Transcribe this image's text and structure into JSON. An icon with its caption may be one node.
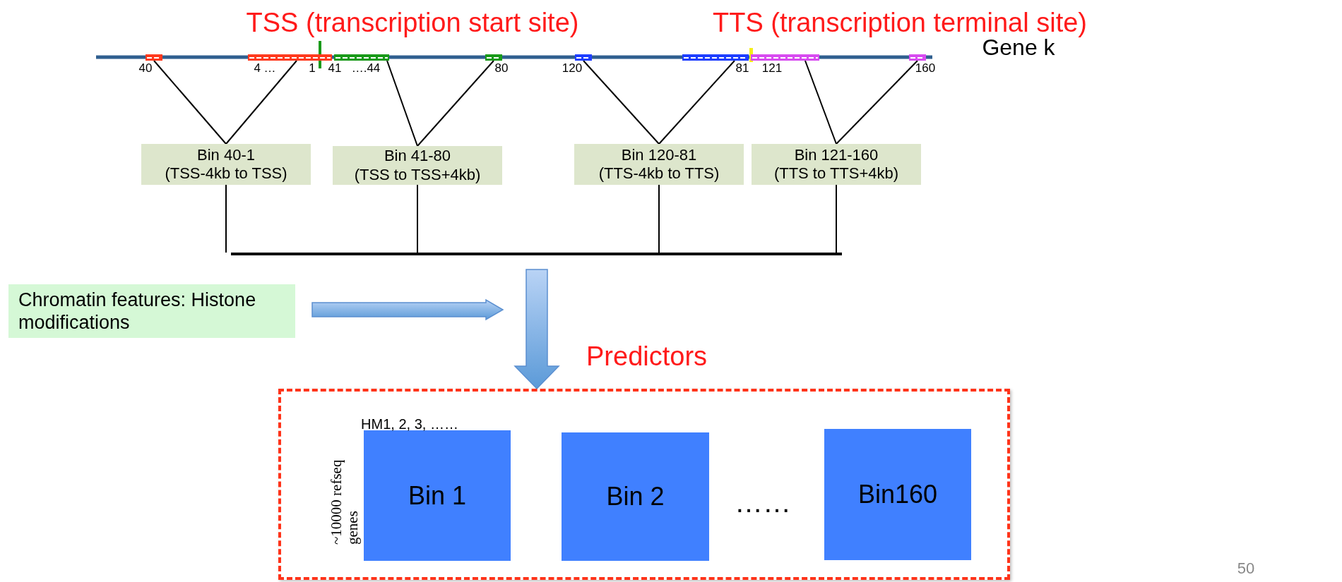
{
  "diagram": {
    "nodes": [
      {
        "text": [],
        "shape": "box"
      },
      {
        "text": [],
        "shape": "box"
      },
      {
        "text": [],
        "shape": "box"
      },
      {
        "text": [],
        "shape": "box"
      },
      {
        "text": [],
        "shape": "box"
      },
      {
        "text": [],
        "shape": "box"
      },
      {
        "text": [],
        "shape": "box"
      },
      {
        "text": [],
        "shape": "box"
      },
      {
        "text": [
          "Bin 40-1",
          "(TSS-4kb to TSS)"
        ]
      },
      {
        "text": [
          "Bin 41-80",
          "(TSS to TSS+4kb)"
        ]
      },
      {
        "text": [
          "Bin 120-81",
          "(TTS-4kb to TTS)"
        ]
      },
      {
        "text": [
          "Bin 121-160",
          "(TTS to TTS+4kb)"
        ]
      },
      {
        "text": [],
        "shape": "bar"
      },
      {
        "text": [
          "Chromatin features: Histone modifications"
        ]
      },
      {
        "text": [
          "Predictors"
        ]
      },
      {
        "text": [
          "Bin 1"
        ],
        "in": 14,
        "beside": [
          "HM1, 2, 3, ……",
          "~10000 refseq genes"
        ]
      },
      {
        "text": [
          "Bin 2"
        ],
        "in": 14
      },
      {
        "text": [
          "Bin160"
        ],
        "in": 14
      }
    ],
    "edges": [
      {
        "from": 8,
        "to": 0,
        "arrow": "none"
      },
      {
        "from": 8,
        "to": 1,
        "arrow": "none"
      },
      {
        "from": 9,
        "to": 2,
        "arrow": "none"
      },
      {
        "from": 9,
        "to": 3,
        "arrow": "none"
      },
      {
        "from": 10,
        "to": 4,
        "arrow": "none"
      },
      {
        "from": 10,
        "to": 5,
        "arrow": "none"
      },
      {
        "from": 11,
        "to": 6,
        "arrow": "none"
      },
      {
        "from": 11,
        "to": 7,
        "arrow": "none"
      },
      {
        "from": 8,
        "to": 12,
        "arrow": "none"
      },
      {
        "from": 9,
        "to": 12,
        "arrow": "none"
      },
      {
        "from": 10,
        "to": 12,
        "arrow": "none"
      },
      {
        "from": 11,
        "to": 12,
        "arrow": "none"
      },
      {
        "from": 12,
        "to": 14,
        "arrow": "to"
      },
      {
        "from": 13,
        "to": null,
        "arrow": "to"
      }
    ],
    "labels": [
      "TSS (transcription start site)",
      "TTS (transcription terminal site)",
      "Gene k",
      "40",
      "4 …",
      "1",
      "41",
      "….44",
      "80",
      "120",
      "81",
      "121",
      "160",
      "……",
      "50"
    ]
  }
}
